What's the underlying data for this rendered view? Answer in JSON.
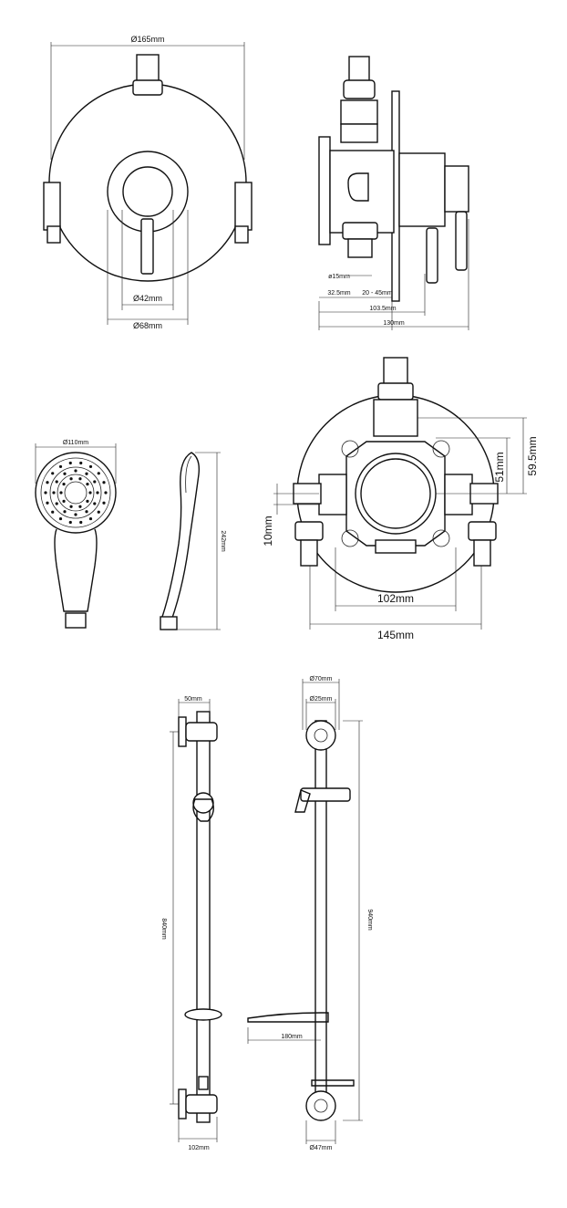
{
  "labels": {
    "valve_front_diameter": "Ø165mm",
    "valve_handle_diameter": "Ø42mm",
    "valve_hub_diameter": "Ø68mm",
    "side_pipe_diameter": "ø15mm",
    "side_dim_a": "32.5mm",
    "side_dim_b": "20 - 45mm",
    "side_dim_c": "103.5mm",
    "side_dim_d": "130mm",
    "head_diameter": "Ø110mm",
    "handset_length": "242mm",
    "body_height_a": "51mm",
    "body_height_b": "59.5mm",
    "body_offset": "10mm",
    "body_inner_width": "102mm",
    "body_outer_width": "145mm",
    "rail_bracket": "50mm",
    "rail_length": "840mm",
    "rail_base": "102mm",
    "rail_side_outer": "Ø70mm",
    "rail_side_inner": "Ø25mm",
    "rail_total": "940mm",
    "soap_dish": "180mm",
    "rail_bottom": "Ø47mm"
  }
}
